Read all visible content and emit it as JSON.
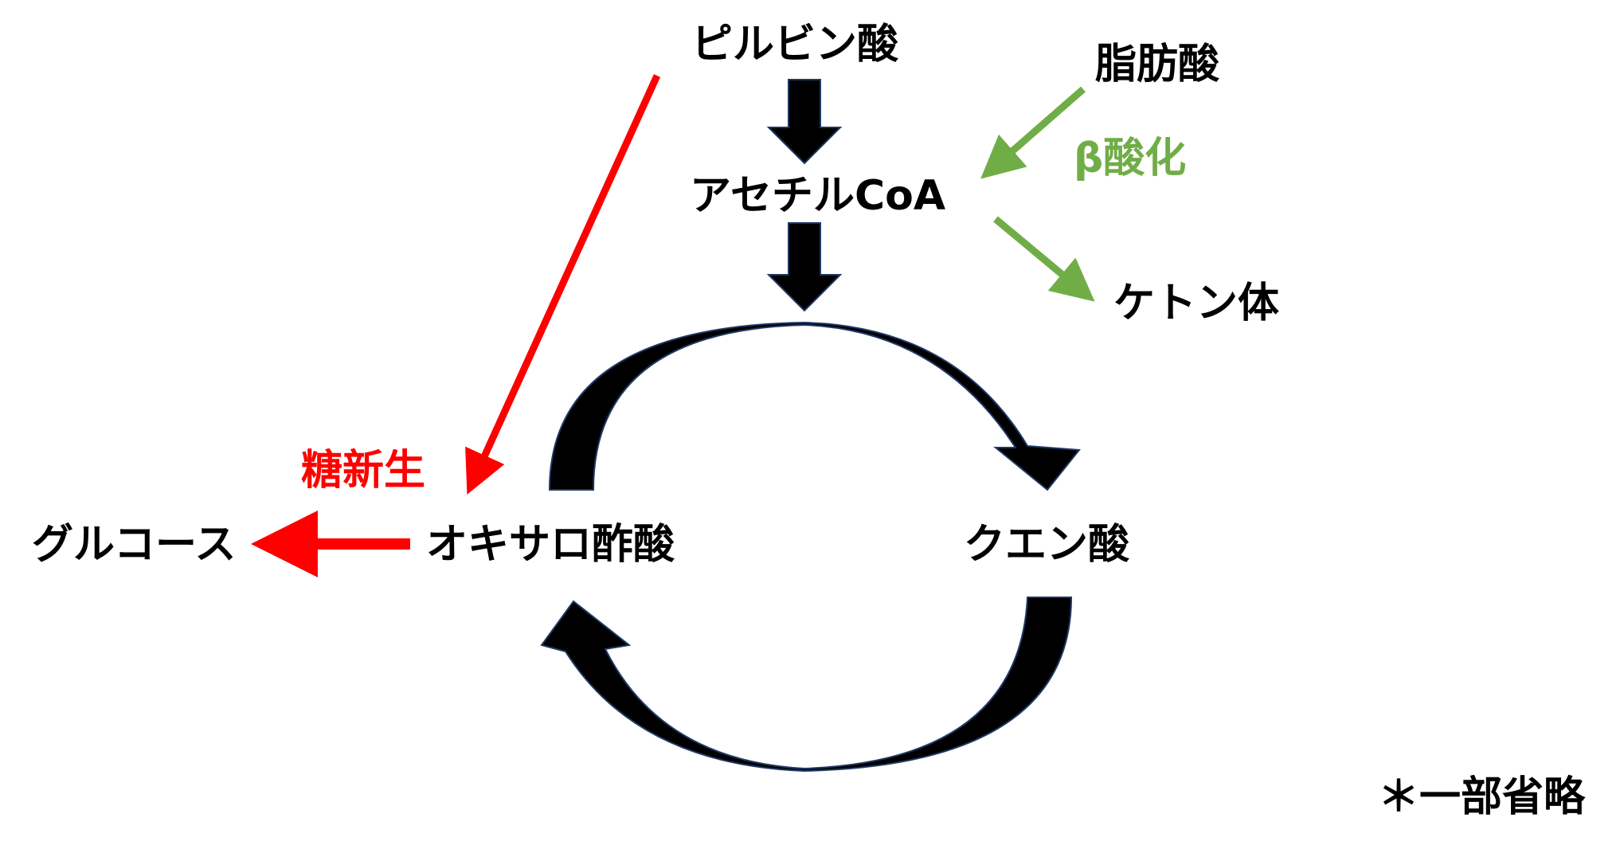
{
  "nodes": {
    "pyruvate": "ピルビン酸",
    "fatty_acid": "脂肪酸",
    "acetyl_coa": "アセチルCoA",
    "ketone": "ケトン体",
    "glucose": "グルコース",
    "oxaloacetate": "オキサロ酢酸",
    "citrate": "クエン酸"
  },
  "process_labels": {
    "gluconeogenesis": "糖新生",
    "beta_oxidation": "β酸化"
  },
  "note": "＊一部省略",
  "colors": {
    "text": "#000000",
    "gluconeogenesis": "#ff0000",
    "beta_oxidation": "#70ad47",
    "cycle_outline": "#1f3864"
  }
}
